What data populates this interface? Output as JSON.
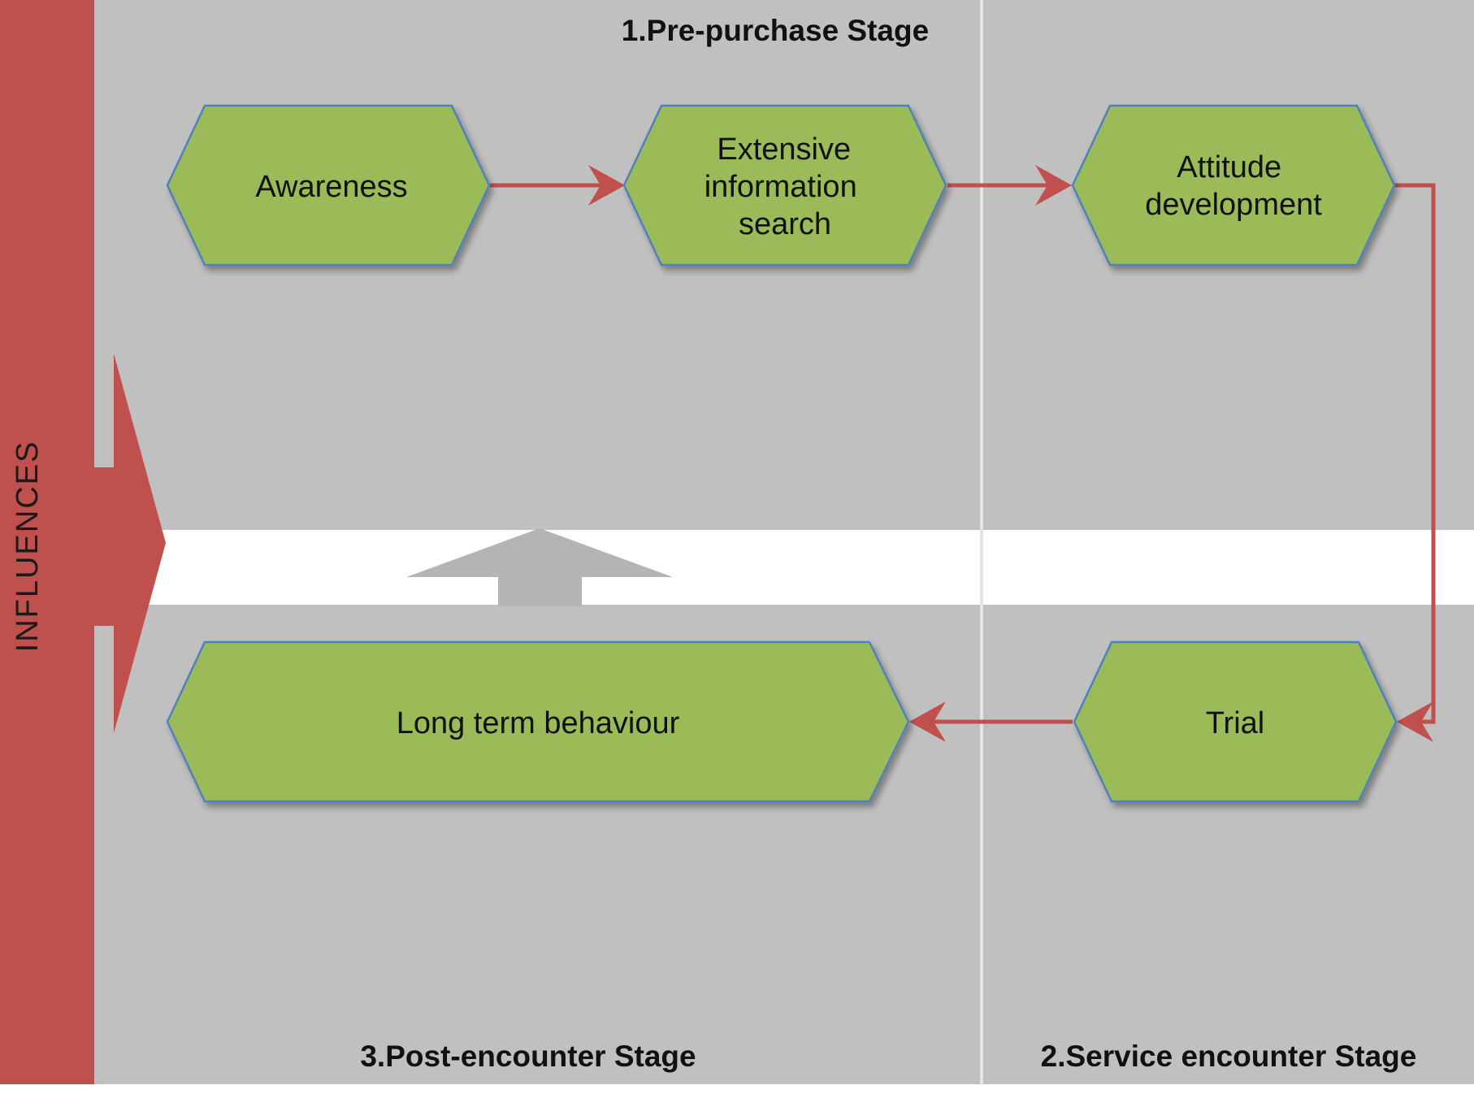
{
  "stages": {
    "pre_purchase": "1.Pre-purchase Stage",
    "service_encounter": "2.Service encounter Stage",
    "post_encounter": "3.Post-encounter Stage"
  },
  "influences_label": "INFLUENCES",
  "nodes": {
    "awareness": [
      "Awareness"
    ],
    "information_search": [
      "Extensive",
      "information",
      "search"
    ],
    "attitude_development": [
      "Attitude",
      "development"
    ],
    "trial": [
      "Trial"
    ],
    "long_term_behaviour": [
      "Long term behaviour"
    ]
  },
  "colors": {
    "panel_background": "#c0c0c0",
    "band": "#ffffff",
    "node_fill": "#9bbb59",
    "node_stroke": "#4f81bd",
    "connector": "#c0504d",
    "influences_bar": "#c0504d",
    "feedback_arrow": "#b4b4b4",
    "divider": "#e4e4e4"
  }
}
